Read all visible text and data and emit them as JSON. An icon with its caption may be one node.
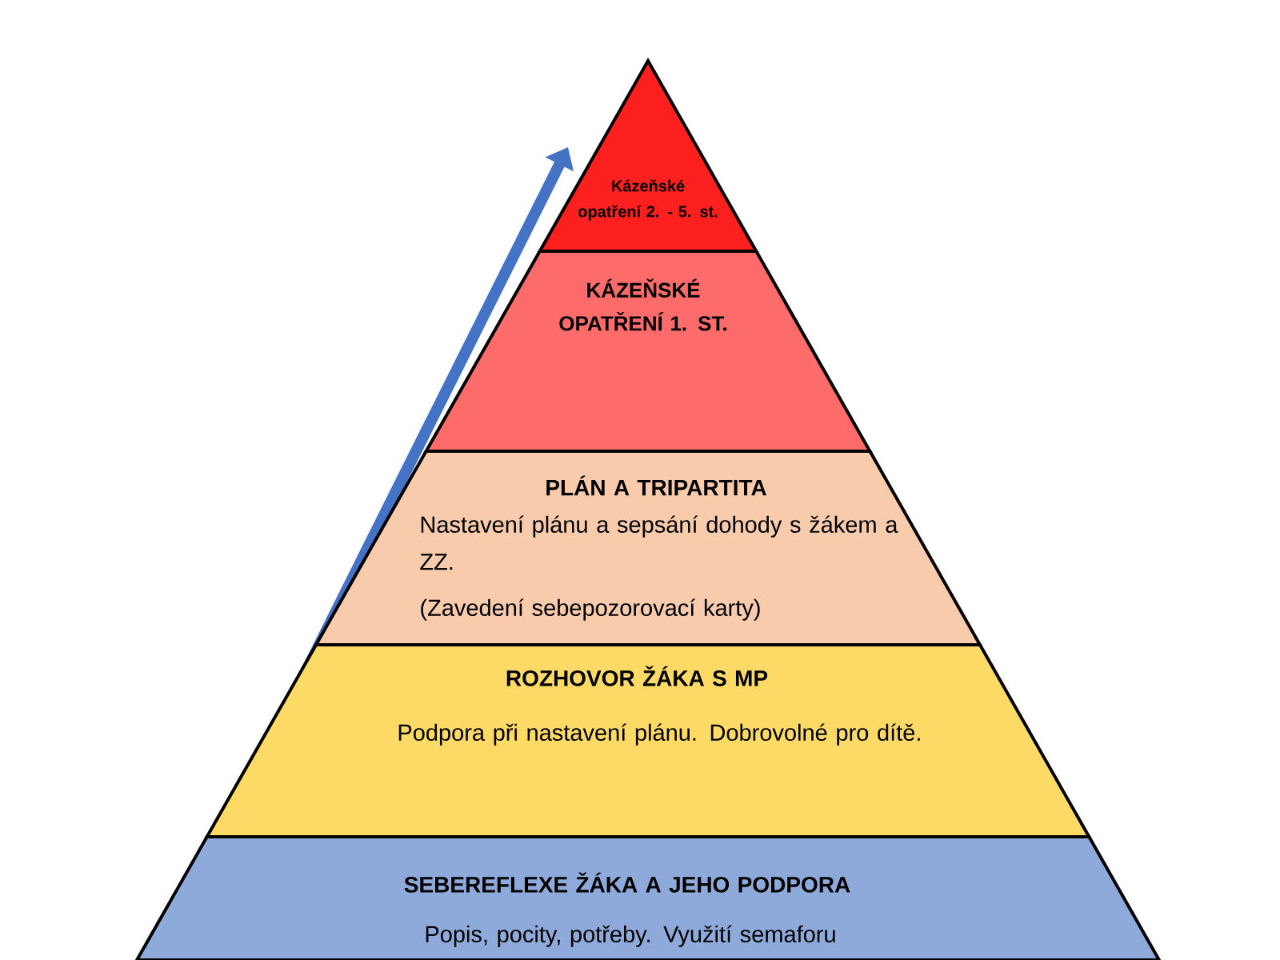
{
  "diagram": {
    "nodes": [
      {
        "text": [
          "Kázeňské opatření 2. - 5. st."
        ]
      },
      {
        "text": [
          "KÁZEŇSKÉ OPATŘENÍ 1. ST."
        ]
      },
      {
        "text": [
          "PLÁN A TRIPARTITA",
          "Nastavení plánu a sepsání dohody s žákem a ZZ.",
          "(Zavedení sebepozorovací karty)"
        ]
      },
      {
        "text": [
          "ROZHOVOR  ŽÁKA S MP",
          "Podpora při nastavení plánu. Dobrovolné pro dítě."
        ]
      },
      {
        "text": [
          "SEBEREFLEXE ŽÁKA A JEHO PODPORA",
          "Popis, pocity, potřeby. Využití semaforu"
        ]
      }
    ],
    "edges": []
  }
}
